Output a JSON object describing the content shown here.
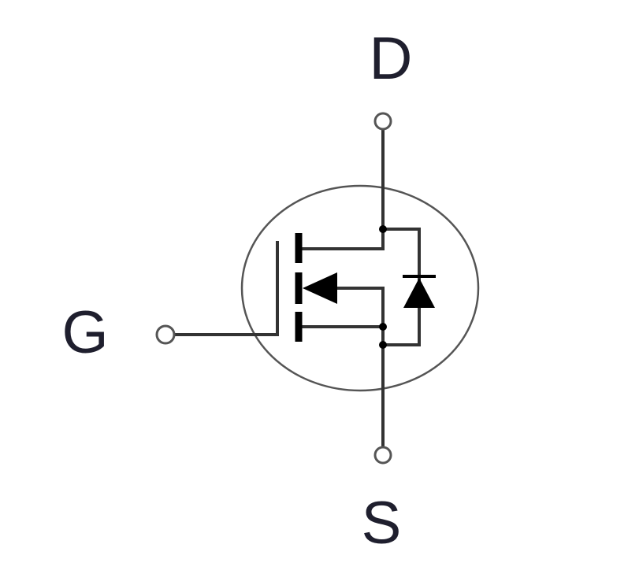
{
  "diagram": {
    "terminals": {
      "drain": {
        "label": "D"
      },
      "gate": {
        "label": "G"
      },
      "source": {
        "label": "S"
      }
    },
    "colors": {
      "line": "#333333",
      "label": "#1f1f2e",
      "background": "#ffffff"
    }
  }
}
